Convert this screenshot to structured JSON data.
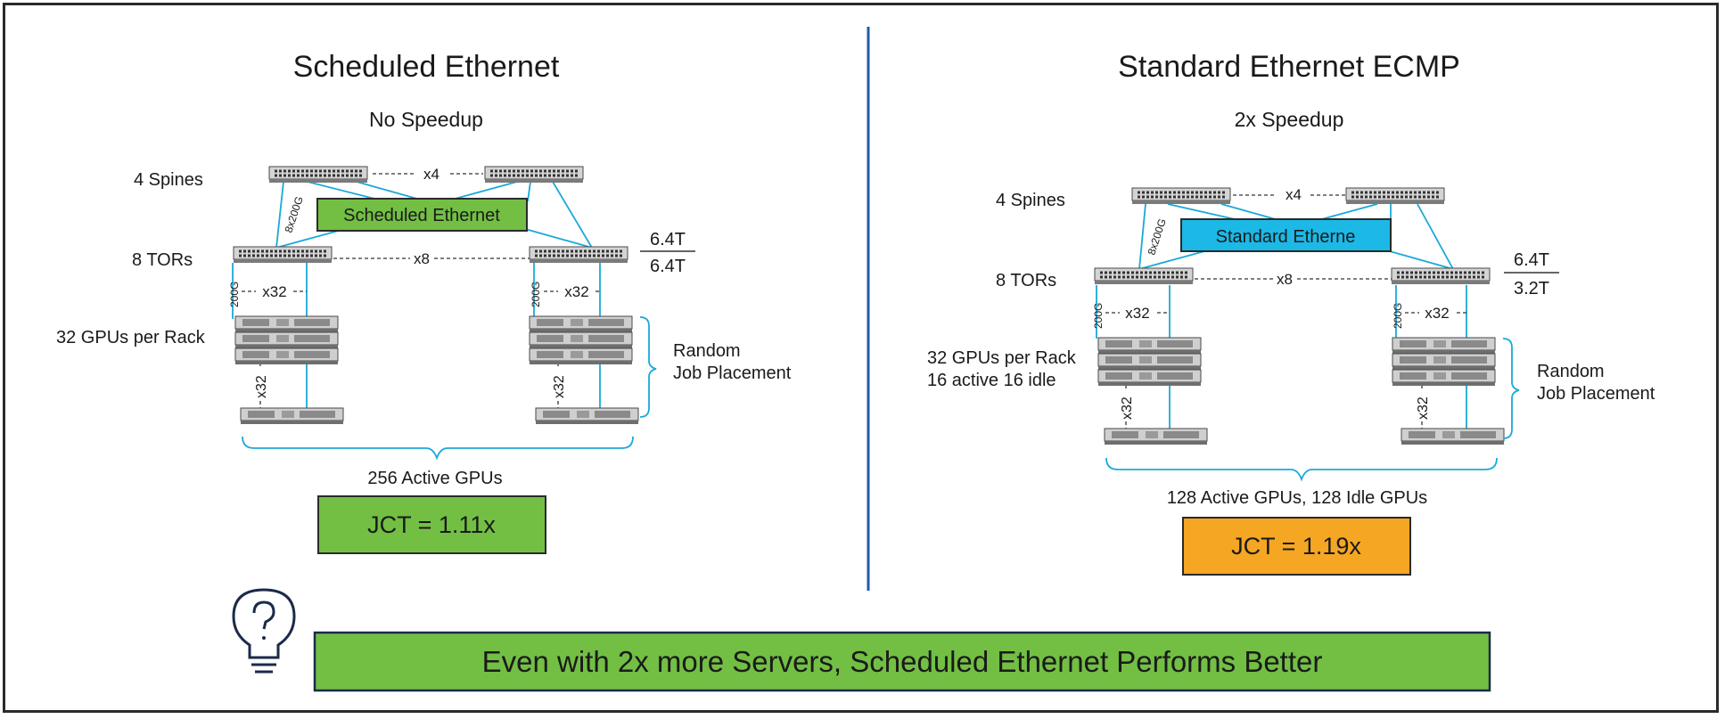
{
  "left": {
    "title": "Scheduled Ethernet",
    "subtitle": "No Speedup",
    "spines_label": "4 Spines",
    "tors_label": "8 TORs",
    "gpus_label_1": "32 GPUs per Rack",
    "spine_mult": "x4",
    "tor_mult": "x8",
    "uplink_label": "8x200G",
    "link_label_a": "200G",
    "link_label_b": "200G",
    "gpu_mult_a": "x32",
    "gpu_mult_b": "x32",
    "server_mult_a": "x32",
    "server_mult_b": "x32",
    "fabric_box": "Scheduled Ethernet",
    "ratio_top": "6.4T",
    "ratio_bottom": "6.4T",
    "placement_1": "Random",
    "placement_2": "Job Placement",
    "active_label": "256 Active GPUs",
    "jct": "JCT = 1.11x"
  },
  "right": {
    "title": "Standard Ethernet ECMP",
    "subtitle": "2x Speedup",
    "spines_label": "4 Spines",
    "tors_label": "8 TORs",
    "gpus_label_1": "32 GPUs per Rack",
    "gpus_label_2": "16 active 16 idle",
    "spine_mult": "x4",
    "tor_mult": "x8",
    "uplink_label": "8x200G",
    "link_label_a": "200G",
    "link_label_b": "200G",
    "gpu_mult_a": "x32",
    "gpu_mult_b": "x32",
    "server_mult_a": "x32",
    "server_mult_b": "x32",
    "fabric_box": "Standard Etherne",
    "ratio_top": "6.4T",
    "ratio_bottom": "3.2T",
    "placement_1": "Random",
    "placement_2": "Job Placement",
    "active_label": "128 Active GPUs, 128 Idle GPUs",
    "jct": "JCT = 1.19x"
  },
  "banner": "Even with 2x more Servers, Scheduled Ethernet Performs Better",
  "colors": {
    "green": "#72bf44",
    "cyan": "#1cb8e6",
    "orange": "#f5a623",
    "link": "#1aa9d8",
    "divider": "#1f5ea8",
    "navy": "#1b2a4a"
  },
  "icons": {
    "hint": "lightbulb-question-icon"
  }
}
